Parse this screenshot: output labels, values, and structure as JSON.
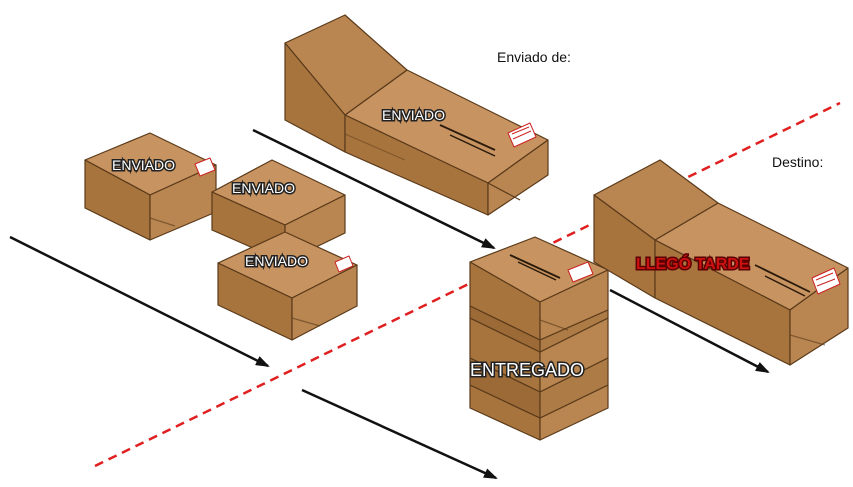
{
  "captions": {
    "sent_from": "Enviado de:",
    "destination": "Destino:"
  },
  "labels": {
    "sent": "ENVIADO",
    "delivered": "ENTREGADO",
    "late": "LLEGÓ TARDE"
  },
  "colors": {
    "box_top": "#c79361",
    "box_left": "#a8743d",
    "box_right": "#b98651",
    "outline": "#5a3a1a",
    "boundary_line": "#e02020",
    "arrow": "#111111",
    "late_text": "#cc1111",
    "late_stroke": "#5a0000"
  }
}
